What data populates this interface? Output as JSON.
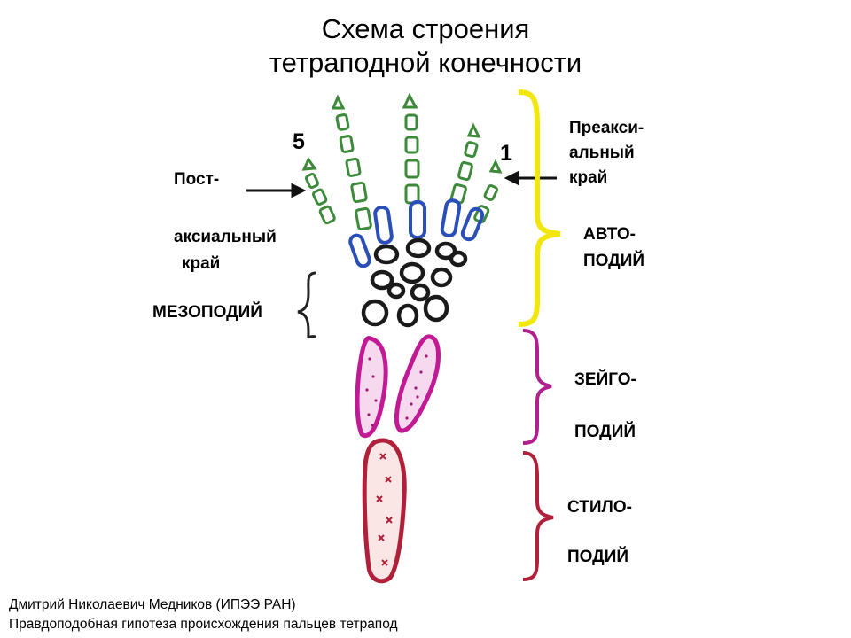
{
  "title": {
    "line1": "Схема строения",
    "line2": "тетраподной конечности"
  },
  "digit_numbers": {
    "fifth": "5",
    "first": "1"
  },
  "labels": {
    "postaxial": {
      "line1": "Пост-",
      "line2": "аксиальный",
      "line3": "край"
    },
    "preaxial": {
      "line1": "Преакси-",
      "line2": "альный",
      "line3": "край"
    },
    "autopodium": {
      "line1": "АВТО-",
      "line2": "ПОДИЙ"
    },
    "mesopodium": "МЕЗОПОДИЙ",
    "zeugopodium": {
      "line1": "ЗЕЙГО-",
      "line2": "ПОДИЙ"
    },
    "stylopodium": {
      "line1": "СТИЛО-",
      "line2": "ПОДИЙ"
    }
  },
  "colors": {
    "phalanges": "#3c8a3a",
    "metapodials": "#2a4fb8",
    "mesopodials": "#1a1a1a",
    "zeugopodium": "#c21a94",
    "stylopodium": "#b0203a",
    "autopodium_brace": "#f2e60f",
    "zeugopodium_brace": "#b0208f",
    "stylopodium_brace": "#b0203a",
    "mesopodium_brace": "#222222"
  },
  "footer": {
    "author": "Дмитрий Николаевич Медников (ИПЭЭ РАН)",
    "subtitle": "Правдоподобная гипотеза происхождения пальцев тетрапод"
  }
}
